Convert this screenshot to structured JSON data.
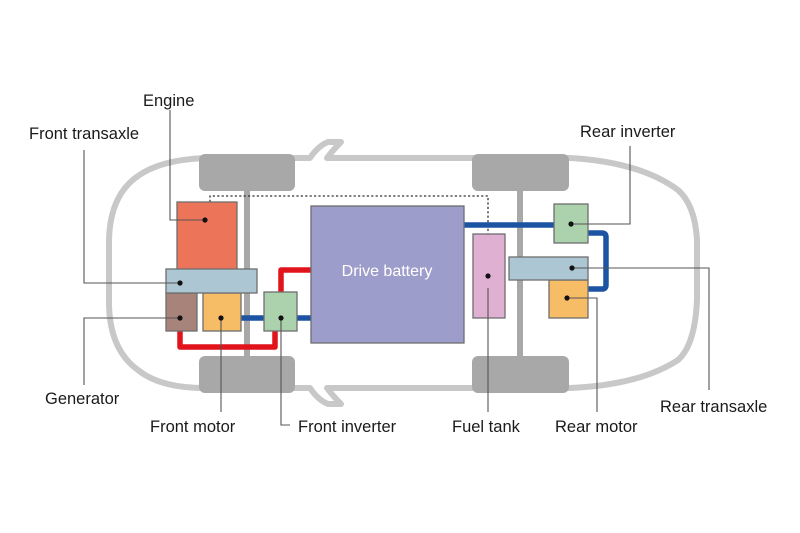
{
  "title": "Plug-in hybrid AWD powertrain layout",
  "components": {
    "engine": {
      "label": "Engine",
      "color": "#ec7559"
    },
    "front_transaxle": {
      "label": "Front transaxle",
      "color": "#acc6d3"
    },
    "generator": {
      "label": "Generator",
      "color": "#a8837a"
    },
    "front_motor": {
      "label": "Front motor",
      "color": "#f6bc66"
    },
    "front_inverter": {
      "label": "Front inverter",
      "color": "#acd1ad"
    },
    "drive_battery": {
      "label": "Drive battery",
      "color": "#9d9dcb"
    },
    "fuel_tank": {
      "label": "Fuel tank",
      "color": "#e0b0d2"
    },
    "rear_inverter": {
      "label": "Rear inverter",
      "color": "#acd1ad"
    },
    "rear_transaxle": {
      "label": "Rear transaxle",
      "color": "#acc6d3"
    },
    "rear_motor": {
      "label": "Rear motor",
      "color": "#f6bc66"
    }
  },
  "connections": {
    "high_voltage_red": "#e2141b",
    "high_voltage_blue": "#1c54a3",
    "fuel_line": "dotted"
  },
  "vehicle": {
    "outline_color": "#c8c8c8",
    "wheel_color": "#a8a8a9"
  }
}
